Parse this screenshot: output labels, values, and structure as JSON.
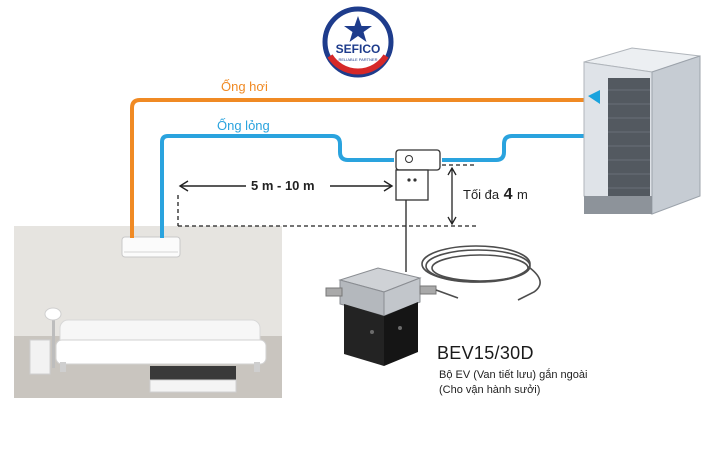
{
  "logo": {
    "text": "SEFICO",
    "tagline": "RELIABLE PARTNER"
  },
  "outdoor_brand_mark": "daikin-logo",
  "labels": {
    "gas_pipe": "Ống hơi",
    "liquid_pipe": "Ống lỏng",
    "distance": "5 m - 10 m",
    "height_prefix": "Tối đa",
    "height_value": "4",
    "height_unit": "m"
  },
  "product": {
    "model": "BEV15/30D",
    "description_line1": "Bộ EV (Van tiết lưu) gắn ngoài",
    "description_line2": "(Cho vận hành sưởi)"
  },
  "colors": {
    "gas_pipe": "#f08a24",
    "liquid_pipe": "#2aa3de",
    "logo_blue": "#1e3c8c",
    "logo_red": "#d62828"
  }
}
